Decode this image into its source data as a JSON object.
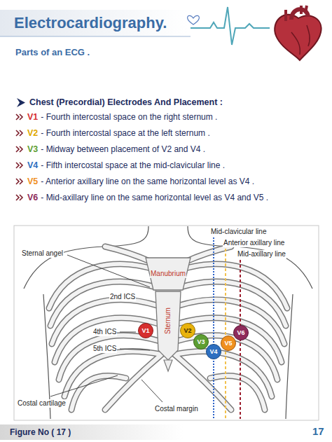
{
  "diagram": {
    "title": "Electrocardiography.",
    "caption": "Figure No ( 17 )",
    "nodes": [
      {
        "text": [
          "V1"
        ]
      },
      {
        "text": [
          "V2"
        ]
      },
      {
        "text": [
          "V3"
        ]
      },
      {
        "text": [
          "V4"
        ]
      },
      {
        "text": [
          "V5"
        ]
      },
      {
        "text": [
          "V6"
        ]
      }
    ],
    "labels": [
      "Parts of an ECG .",
      "Chest (Precordial) Electrodes And Placement :",
      "V1",
      "- Fourth intercostal space on the right sternum .",
      "V2",
      "- Fourth intercostal space at the left sternum .",
      "V3",
      "- Midway between placement of V2 and V4 .",
      "V4",
      "- Fifth intercostal space at the mid-clavicular line .",
      "V5",
      "- Anterior axillary line on the same horizontal level as V4 .",
      "V6",
      "- Mid-axillary line on the same horizontal level as V4 and V5 .",
      "Mid-clavicular line",
      "Anterior axillary line",
      "Mid-axillary line",
      "Sternal angel",
      "Manubrium",
      "2nd ICS",
      "Sternum",
      "4th ICS",
      "5th ICS",
      "Costal cartilage",
      "Costal margin",
      "17"
    ]
  }
}
